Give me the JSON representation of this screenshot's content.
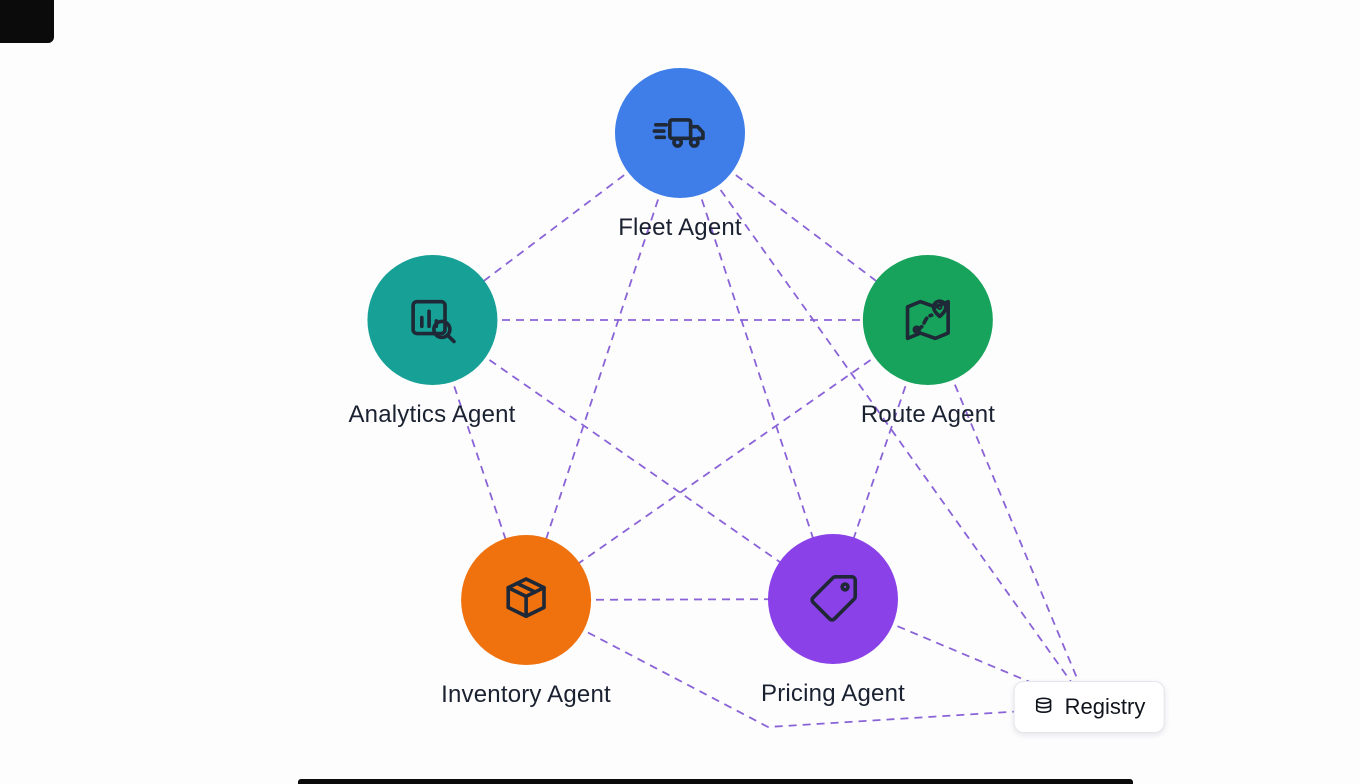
{
  "diagram": {
    "background": "#fdfdfe",
    "edge_color": "#8a63d6",
    "icon_color": "#1e2836",
    "nodes": {
      "fleet": {
        "label": "Fleet Agent",
        "color": "#3f7ee9",
        "icon": "truck-icon"
      },
      "analytics": {
        "label": "Analytics Agent",
        "color": "#16a096",
        "icon": "bar-chart-search-icon"
      },
      "route": {
        "label": "Route Agent",
        "color": "#17a35b",
        "icon": "map-route-icon"
      },
      "inventory": {
        "label": "Inventory Agent",
        "color": "#f0720f",
        "icon": "package-icon"
      },
      "pricing": {
        "label": "Pricing Agent",
        "color": "#8a41e8",
        "icon": "price-tag-icon"
      },
      "registry": {
        "label": "Registry",
        "color": "#ffffff",
        "icon": "database-icon"
      }
    },
    "edges": [
      {
        "from": "fleet",
        "to": "analytics"
      },
      {
        "from": "fleet",
        "to": "route"
      },
      {
        "from": "fleet",
        "to": "inventory"
      },
      {
        "from": "fleet",
        "to": "pricing"
      },
      {
        "from": "fleet",
        "to": "registry"
      },
      {
        "from": "analytics",
        "to": "route"
      },
      {
        "from": "analytics",
        "to": "inventory"
      },
      {
        "from": "analytics",
        "to": "pricing"
      },
      {
        "from": "route",
        "to": "inventory"
      },
      {
        "from": "route",
        "to": "pricing"
      },
      {
        "from": "route",
        "to": "registry"
      },
      {
        "from": "inventory",
        "to": "pricing"
      },
      {
        "from": "inventory",
        "to": "registry"
      },
      {
        "from": "pricing",
        "to": "registry"
      }
    ]
  }
}
